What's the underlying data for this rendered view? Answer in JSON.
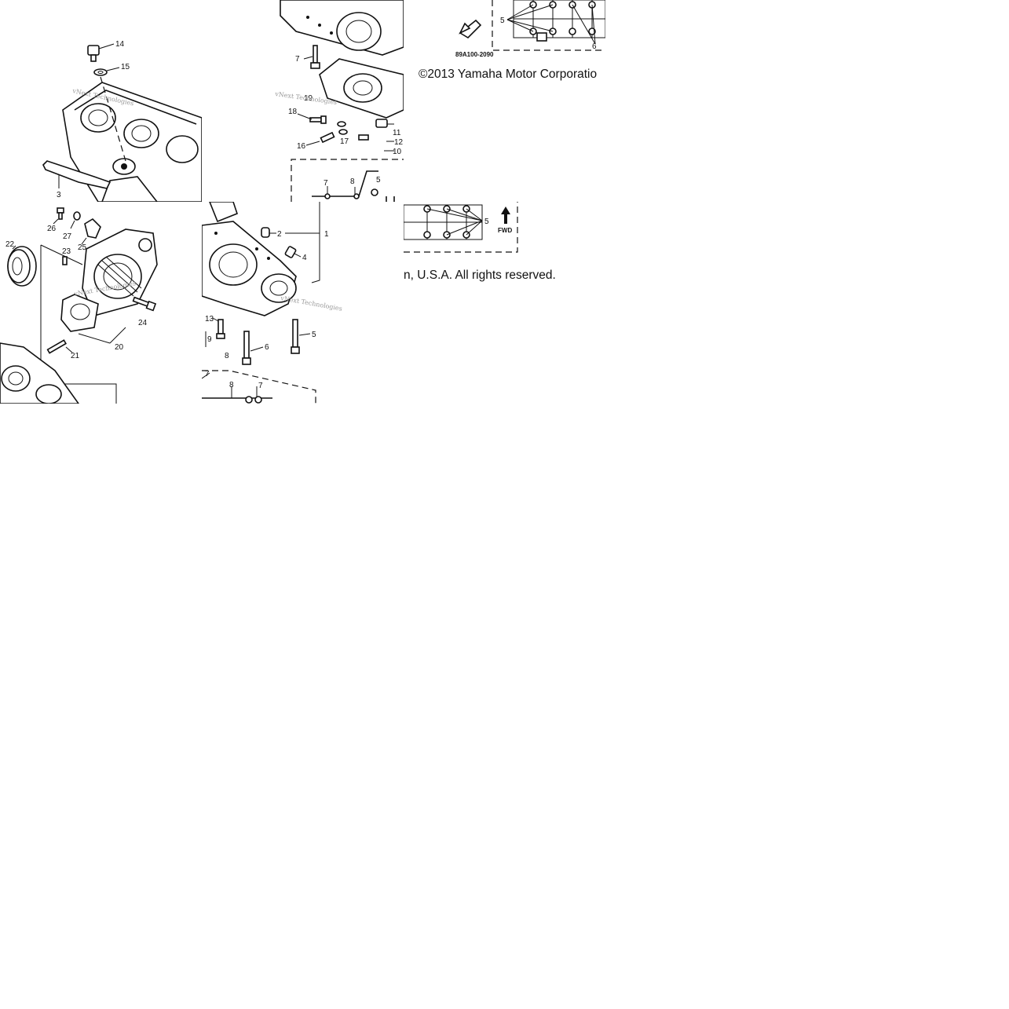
{
  "copyright": {
    "part1": "©2013 Yamaha Motor Corporatio",
    "part2": "n, U.S.A. All rights reserved."
  },
  "diagram_code": "89A100-2090",
  "fwd_label": "FWD",
  "watermark": "vNext Technologies",
  "callouts_top_left": [
    "14",
    "15",
    "3"
  ],
  "callouts_top_middle": [
    "7",
    "19",
    "18",
    "16",
    "17",
    "11",
    "12",
    "10",
    "7",
    "8",
    "5"
  ],
  "callouts_top_right": [
    "5",
    "6"
  ],
  "callouts_mid_left": [
    "26",
    "27",
    "25",
    "22",
    "23",
    "24",
    "20",
    "21"
  ],
  "callouts_mid_middle": [
    "2",
    "1",
    "4",
    "13",
    "9",
    "8",
    "6",
    "5",
    "7",
    "8",
    "7"
  ],
  "callouts_mid_right": [
    "5"
  ]
}
